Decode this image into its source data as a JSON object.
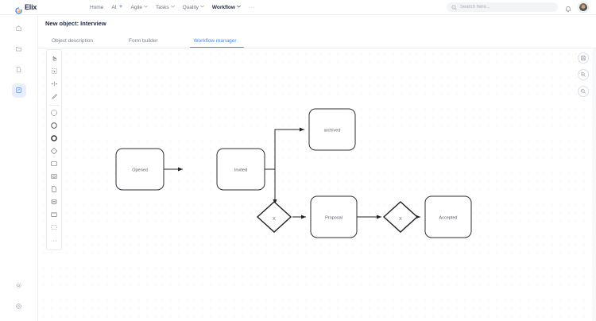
{
  "brand": {
    "name": "Elix",
    "logo_icon": "elix-swirl-icon",
    "accent": "#4a86e8"
  },
  "topnav": {
    "items": [
      {
        "label": "Home",
        "has_caret": false,
        "active": false
      },
      {
        "label": "AI",
        "has_caret": false,
        "active": false,
        "badge_icon": "sparkle-icon"
      },
      {
        "label": "Agile",
        "has_caret": true,
        "active": false
      },
      {
        "label": "Tasks",
        "has_caret": true,
        "active": false
      },
      {
        "label": "Quality",
        "has_caret": true,
        "active": false
      },
      {
        "label": "Workflow",
        "has_caret": true,
        "active": true
      }
    ],
    "overflow_label": "···",
    "caret_glyph": "⌄"
  },
  "search": {
    "placeholder": "Search here...",
    "value": "",
    "icon": "search-icon"
  },
  "header_actions": {
    "notifications_icon": "bell-icon",
    "avatar_icon": "user-avatar"
  },
  "sidebar": {
    "items": [
      {
        "name": "home",
        "icon": "home-icon",
        "active": false
      },
      {
        "name": "folders",
        "icon": "folder-icon",
        "active": false
      },
      {
        "name": "documents",
        "icon": "file-icon",
        "active": false
      },
      {
        "name": "workflows",
        "icon": "workflow-square-icon",
        "active": true
      }
    ],
    "bottom_items": [
      {
        "name": "settings",
        "icon": "gear-icon"
      },
      {
        "name": "help",
        "icon": "help-circle-icon"
      }
    ]
  },
  "page": {
    "title": "New object: Interview"
  },
  "tabs": [
    {
      "label": "Object description",
      "active": false
    },
    {
      "label": "Form builder",
      "active": false
    },
    {
      "label": "Workflow manager",
      "active": true
    }
  ],
  "palette": {
    "tools": [
      {
        "name": "hand-pan-tool",
        "icon": "hand-icon"
      },
      {
        "name": "select-tool",
        "icon": "marquee-select-icon"
      },
      {
        "name": "connector-tool",
        "icon": "connector-icon"
      },
      {
        "name": "pen-tool",
        "icon": "pen-icon"
      },
      {
        "name": "circle-thin-tool",
        "icon": "circle-thin-icon"
      },
      {
        "name": "circle-medium-tool",
        "icon": "circle-medium-icon"
      },
      {
        "name": "circle-bold-tool",
        "icon": "circle-bold-icon"
      },
      {
        "name": "diamond-tool",
        "icon": "diamond-icon"
      },
      {
        "name": "rounded-rect-tool",
        "icon": "rounded-rect-icon"
      },
      {
        "name": "subprocess-tool",
        "icon": "subprocess-icon"
      },
      {
        "name": "document-tool",
        "icon": "document-icon"
      },
      {
        "name": "database-tool",
        "icon": "database-icon"
      },
      {
        "name": "card-tool",
        "icon": "card-icon"
      },
      {
        "name": "dashed-group-tool",
        "icon": "dashed-rect-icon"
      }
    ],
    "more_label": "···"
  },
  "canvas_controls": [
    {
      "name": "save-button",
      "icon": "save-disk-icon"
    },
    {
      "name": "zoom-in-button",
      "icon": "zoom-in-icon"
    },
    {
      "name": "zoom-out-button",
      "icon": "zoom-out-icon"
    }
  ],
  "diagram": {
    "nodes": [
      {
        "id": "opened",
        "label": "Opened",
        "type": "task"
      },
      {
        "id": "invited",
        "label": "Invited",
        "type": "task"
      },
      {
        "id": "archived",
        "label": "archived",
        "type": "task"
      },
      {
        "id": "gateway1",
        "label": "X",
        "type": "exclusive-gateway"
      },
      {
        "id": "proposal",
        "label": "Proposal",
        "type": "task"
      },
      {
        "id": "gateway2",
        "label": "X",
        "type": "exclusive-gateway"
      },
      {
        "id": "accepted",
        "label": "Accepted",
        "type": "task"
      }
    ],
    "edges": [
      {
        "from": "opened",
        "to": "invited"
      },
      {
        "from": "invited",
        "to": "archived"
      },
      {
        "from": "invited",
        "to": "gateway1"
      },
      {
        "from": "gateway1",
        "to": "proposal"
      },
      {
        "from": "proposal",
        "to": "gateway2"
      },
      {
        "from": "gateway2",
        "to": "accepted"
      }
    ]
  }
}
